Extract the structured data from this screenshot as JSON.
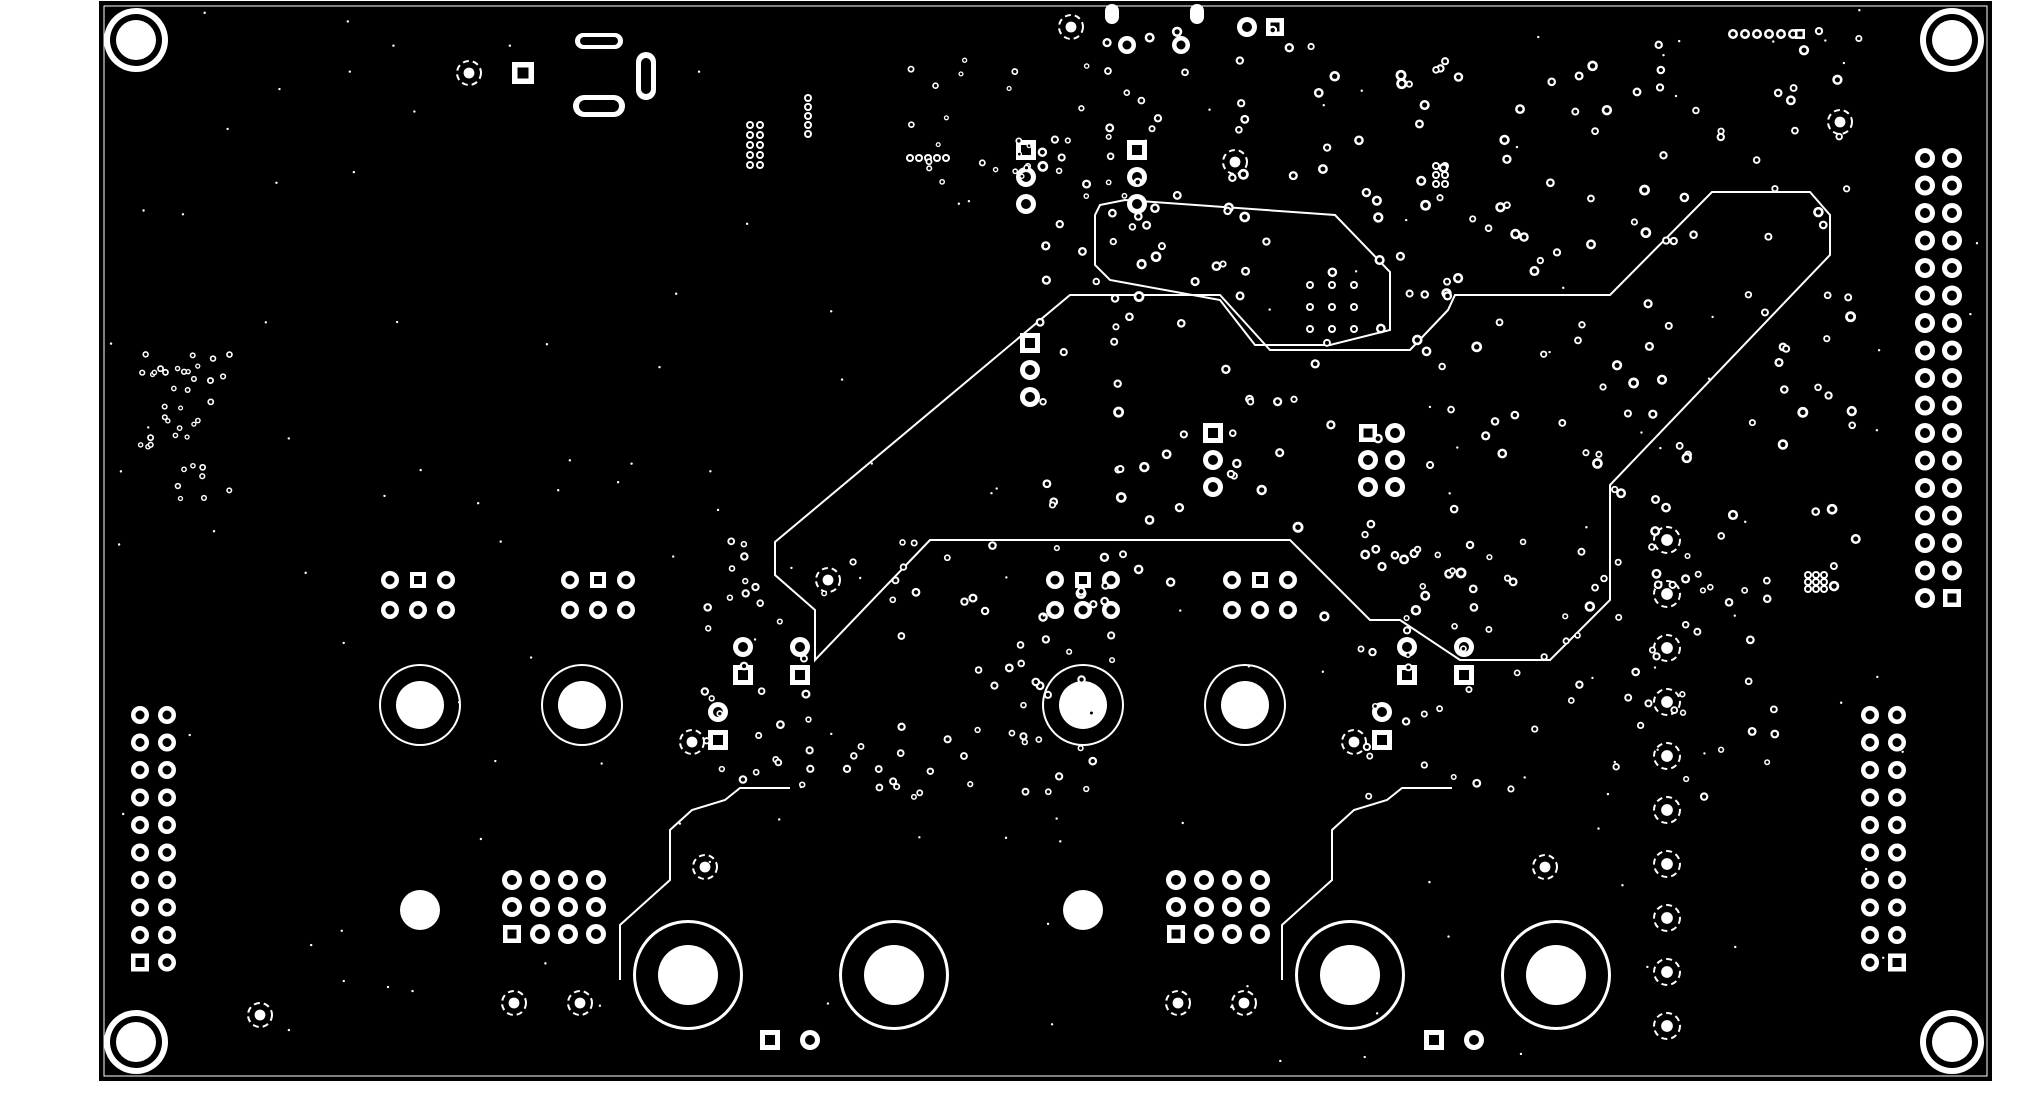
{
  "view": {
    "name": "pcb-ground-plane-layer"
  },
  "colors": {
    "page": "#ffffff",
    "copper": "#000000",
    "feature": "#ffffff"
  },
  "components": {
    "mounting_holes": 4,
    "large_power_terminals": 8,
    "pin_headers": 4
  }
}
